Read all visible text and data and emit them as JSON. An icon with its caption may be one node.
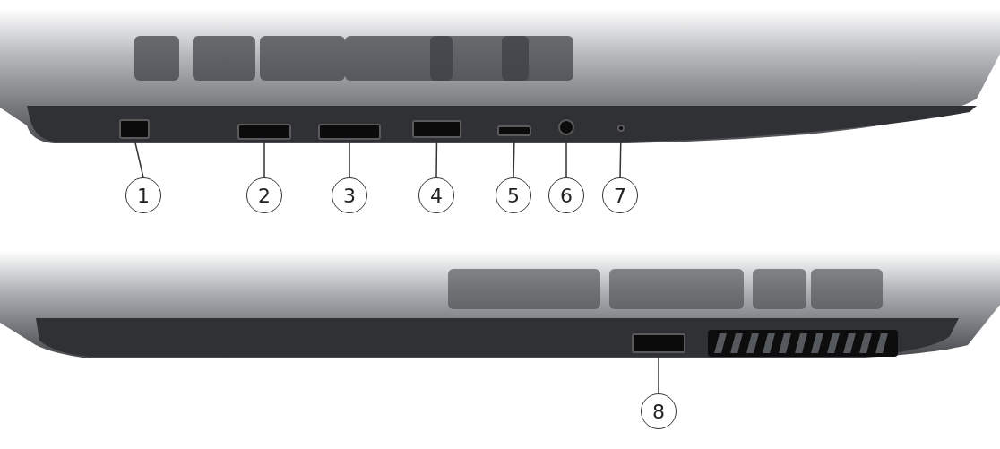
{
  "diagram": {
    "nodes": [
      {
        "text": [
          "1"
        ]
      },
      {
        "text": [
          "2"
        ]
      },
      {
        "text": [
          "3"
        ]
      },
      {
        "text": [
          "4"
        ]
      },
      {
        "text": [
          "5"
        ]
      },
      {
        "text": [
          "6"
        ]
      },
      {
        "text": [
          "7"
        ]
      },
      {
        "text": [],
        "shape": "box"
      },
      {
        "text": [],
        "shape": "box"
      },
      {
        "text": [],
        "shape": "box"
      },
      {
        "text": [],
        "shape": "box"
      },
      {
        "text": [],
        "shape": "box"
      },
      {
        "text": [],
        "shape": "circle"
      },
      {
        "text": [],
        "shape": "circle"
      },
      {
        "text": [],
        "shape": "box"
      },
      {
        "text": [
          "8"
        ]
      }
    ],
    "edges": [
      {
        "from": 0,
        "to": 7,
        "arrow": "none"
      },
      {
        "from": 1,
        "to": 8,
        "arrow": "none"
      },
      {
        "from": 2,
        "to": 9,
        "arrow": "none"
      },
      {
        "from": 3,
        "to": 10,
        "arrow": "none"
      },
      {
        "from": 4,
        "to": 11,
        "arrow": "none"
      },
      {
        "from": 5,
        "to": 12,
        "arrow": "none"
      },
      {
        "from": 6,
        "to": 13,
        "arrow": "none"
      },
      {
        "from": 15,
        "to": 14,
        "arrow": "none"
      }
    ]
  }
}
